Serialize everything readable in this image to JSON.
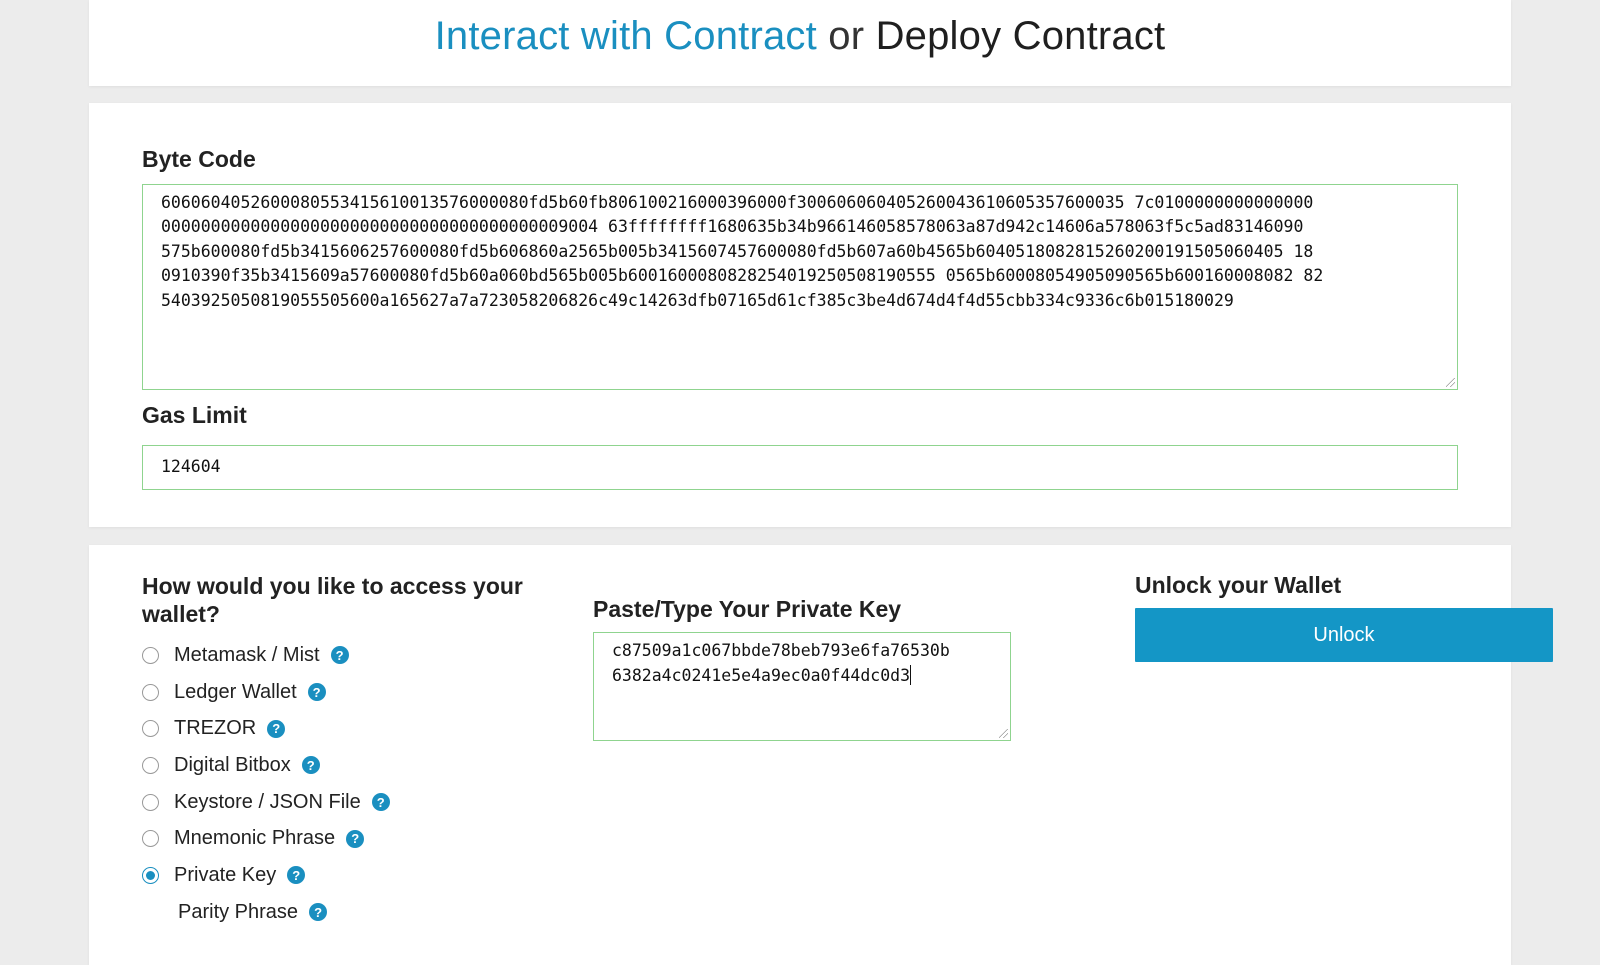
{
  "header": {
    "interact_link": "Interact with Contract",
    "or_text": "or",
    "deploy_title": "Deploy Contract"
  },
  "deploy": {
    "bytecode_label": "Byte Code",
    "bytecode_lines": [
      "6060604052600080553415610013576000080fd5b60fb806100216000396000f300606060405260043610605357600035 7c0100000000000000",
      "00000000000000000000000000000000000000009004 63ffffffff1680635b34b966146058578063a87d942c14606a578063f5c5ad83146090",
      "575b600080fd5b3415606257600080fd5b606860a2565b005b3415607457600080fd5b607a60b4565b6040518082815260200191505060405 18",
      "0910390f35b3415609a57600080fd5b60a060bd565b005b6001600080828254019250508190555 0565b60008054905090565b600160008082 82",
      "5403925050819055505600a165627a7a723058206826c49c14263dfb07165d61cf385c3be4d674d4f4d55cbb334c9336c6b015180029"
    ],
    "gas_label": "Gas Limit",
    "gas_value": "124604"
  },
  "access": {
    "question": "How would you like to access your wallet?",
    "options": [
      {
        "label": "Metamask / Mist",
        "checked": false
      },
      {
        "label": "Ledger Wallet",
        "checked": false
      },
      {
        "label": "TREZOR",
        "checked": false
      },
      {
        "label": "Digital Bitbox",
        "checked": false
      },
      {
        "label": "Keystore / JSON File",
        "checked": false
      },
      {
        "label": "Mnemonic Phrase",
        "checked": false
      },
      {
        "label": "Private Key",
        "checked": true
      }
    ],
    "sub_option": "Parity Phrase",
    "help_glyph": "?",
    "private_key_label": "Paste/Type Your Private Key",
    "private_key_lines": [
      "c87509a1c067bbde78beb793e6fa76530b",
      "6382a4c0241e5e4a9ec0a0f44dc0d3"
    ],
    "unlock_label": "Unlock your Wallet",
    "unlock_button": "Unlock"
  },
  "colors": {
    "accent": "#1a8fc0",
    "button": "#1496c6",
    "field_border": "#8fd48f"
  },
  "icons": {
    "help": "question-circle-icon",
    "radio": "radio-button",
    "resize": "resize-handle-icon"
  }
}
